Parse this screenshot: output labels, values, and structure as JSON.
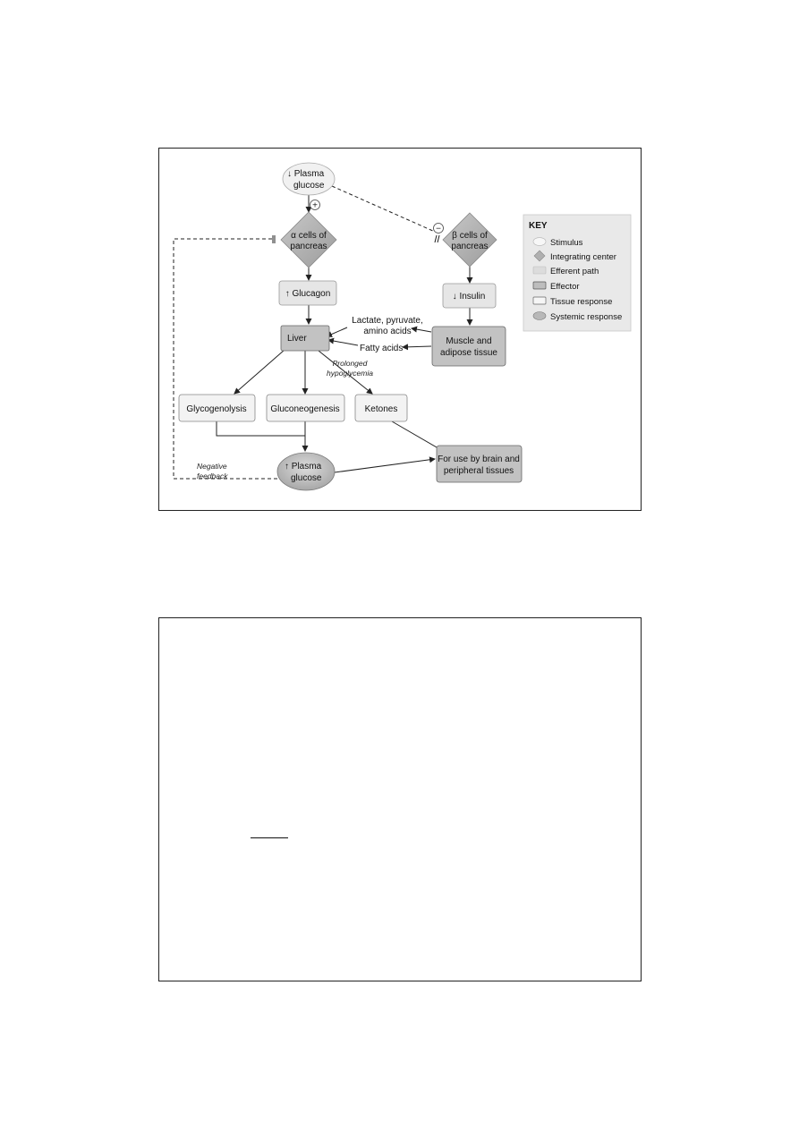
{
  "diagram": {
    "nodes": {
      "plasma_glucose_low": {
        "arrow": "↓",
        "line1": "Plasma",
        "line2": "glucose"
      },
      "alpha_cells": {
        "line1": "α cells of",
        "line2": "pancreas"
      },
      "beta_cells": {
        "line1": "β cells of",
        "line2": "pancreas"
      },
      "glucagon": {
        "arrow": "↑",
        "text": "Glucagon"
      },
      "insulin": {
        "arrow": "↓",
        "text": "Insulin"
      },
      "liver": {
        "text": "Liver"
      },
      "muscle": {
        "line1": "Muscle and",
        "line2": "adipose tissue"
      },
      "glycogenolysis": {
        "text": "Glycogenolysis"
      },
      "gluconeogenesis": {
        "text": "Gluconeogenesis"
      },
      "ketones": {
        "text": "Ketones"
      },
      "brain": {
        "line1": "For use by brain and",
        "line2": "peripheral tissues"
      },
      "plasma_glucose_high": {
        "arrow": "↑",
        "line1": "Plasma",
        "line2": "glucose"
      }
    },
    "labels": {
      "lactate": {
        "line1": "Lactate, pyruvate,",
        "line2": "amino acids"
      },
      "fatty_acids": "Fatty acids",
      "prolonged": {
        "line1": "Prolonged",
        "line2": "hypoglycemia"
      },
      "negative_feedback": {
        "line1": "Negative",
        "line2": "feedback"
      },
      "plus_sign": "+",
      "minus_sign": "−"
    },
    "key": {
      "title": "KEY",
      "items": [
        {
          "shape": "ellipse",
          "label": "Stimulus"
        },
        {
          "shape": "diamond",
          "label": "Integrating center"
        },
        {
          "shape": "rect-light",
          "label": "Efferent path"
        },
        {
          "shape": "rect-dark",
          "label": "Effector"
        },
        {
          "shape": "rect-white",
          "label": "Tissue response"
        },
        {
          "shape": "ellipse-dark",
          "label": "Systemic response"
        }
      ]
    },
    "colors": {
      "stimulus": "#f1f1f1",
      "diamond": "#b4b4b4",
      "efferent": "#e6e6e6",
      "effector": "#c2c2c2",
      "tissue": "#f3f3f3",
      "systemic": "#c6c6c6"
    }
  }
}
